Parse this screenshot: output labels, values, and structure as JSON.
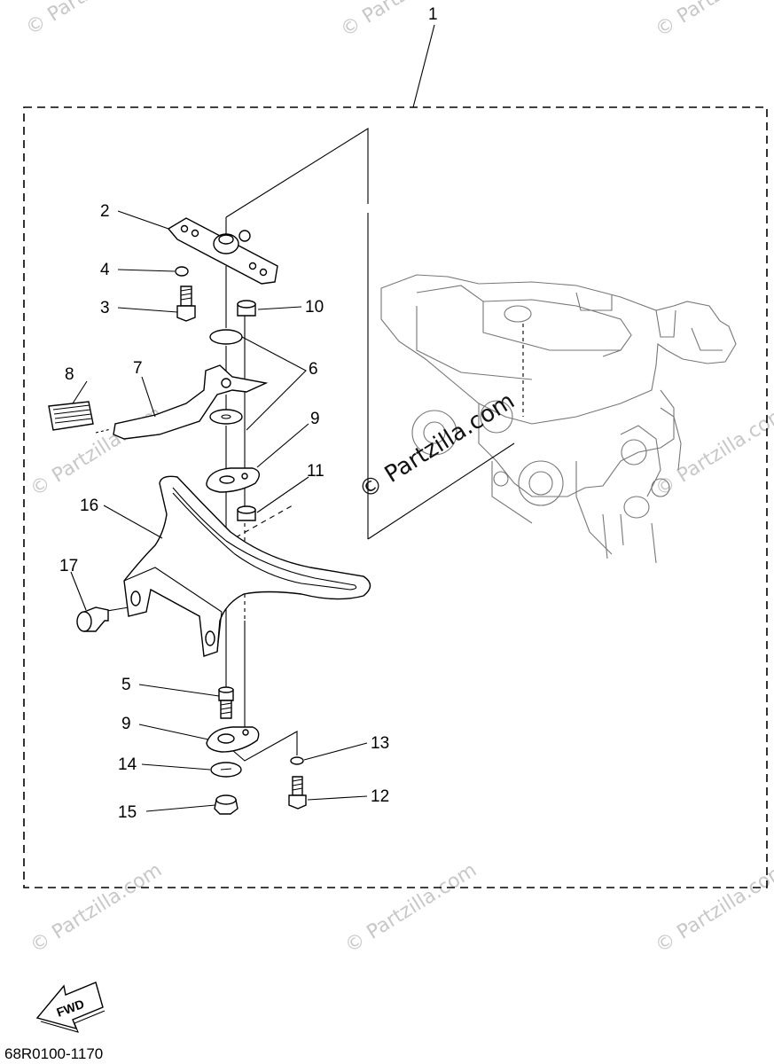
{
  "diagram": {
    "drawing_code": "68R0100-1170",
    "fwd_label": "FWD",
    "watermark": "© Partzilla.com",
    "center_watermark": "© Partzilla.com",
    "callouts": [
      "1",
      "2",
      "3",
      "4",
      "5",
      "6",
      "7",
      "8",
      "9",
      "9",
      "10",
      "11",
      "12",
      "13",
      "14",
      "15",
      "16",
      "17"
    ]
  }
}
